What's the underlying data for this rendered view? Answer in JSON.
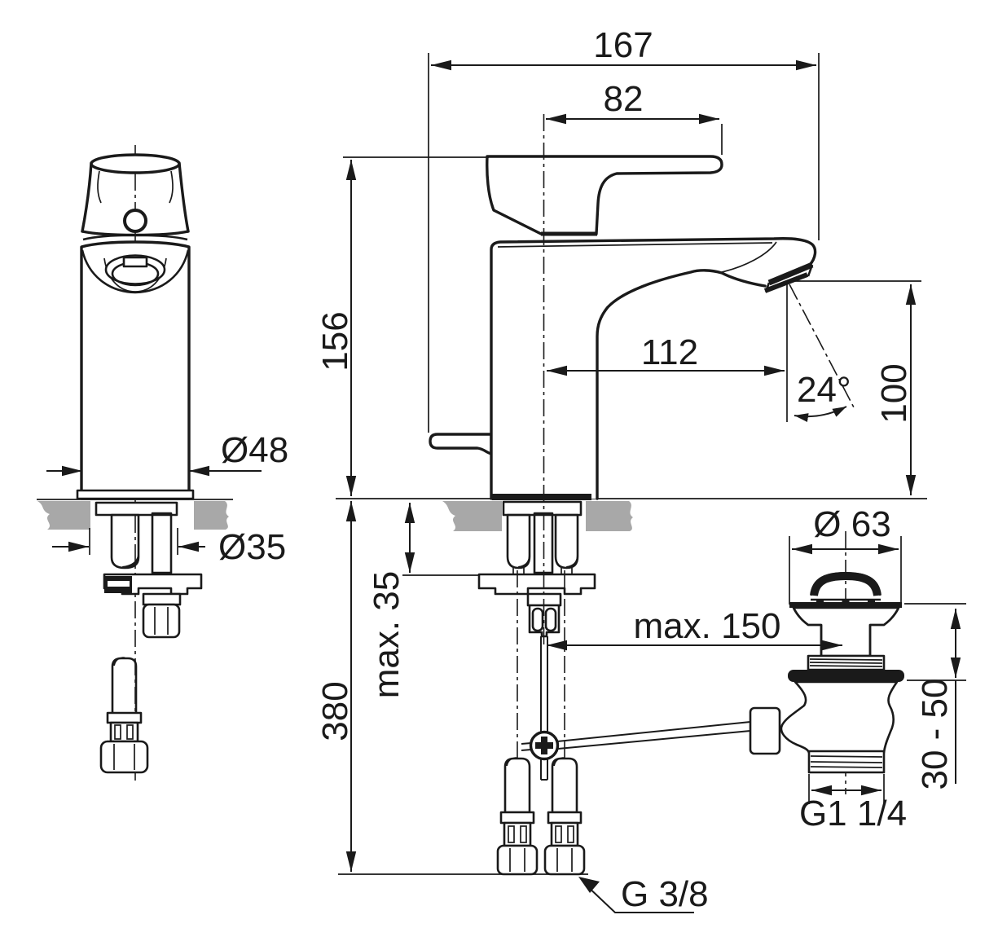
{
  "diagram": {
    "kind": "technical-installation-drawing",
    "subject": "single-lever basin mixer tap with pop-up waste and flexible supply hoses",
    "colors": {
      "line": "#1a1a1a",
      "deck_fill": "#a8a8a8",
      "background": "#ffffff"
    },
    "dims": {
      "total_depth": "167",
      "lever_length": "82",
      "body_height": "156",
      "spout_reach": "112",
      "spout_angle": "24°",
      "outlet_height": "100",
      "body_diameter": "Ø48",
      "hole_diameter": "Ø35",
      "max_deck_thickness": "max. 35",
      "hose_length": "380",
      "rod_reach": "max. 150",
      "waste_plug_diameter": "Ø 63",
      "waste_clamp_range": "30 - 50",
      "waste_thread": "G1 1/4",
      "supply_thread": "G 3/8"
    }
  }
}
